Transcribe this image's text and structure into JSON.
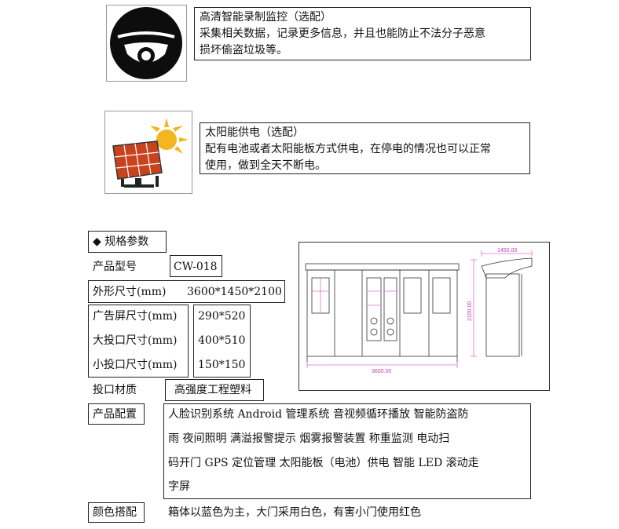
{
  "features": [
    {
      "icon": "security-camera-icon",
      "title": "高清智能录制监控（选配）",
      "desc_lines": [
        "采集相关数据，记录更多信息，并且也能防止不法分子恶意",
        "损坏偷盗垃圾等。"
      ]
    },
    {
      "icon": "solar-panel-icon",
      "title": "太阳能供电（选配）",
      "desc_lines": [
        "配有电池或者太阳能板方式供电，在停电的情况也可以正常",
        "使用，做到全天不断电。"
      ]
    }
  ],
  "spec": {
    "heading": "◆  规格参数",
    "model_label": "产品型号",
    "model_value": "CW-018",
    "dims_label": "外形尺寸(mm)",
    "dims_value": "3600*1450*2100",
    "ad_label": "广告屏尺寸(mm)",
    "ad_value": "290*520",
    "large_label": "大投口尺寸(mm)",
    "large_value": "400*510",
    "small_label": "小投口尺寸(mm)",
    "small_value": "150*150",
    "material_label": "投口材质",
    "material_value": "高强度工程塑料",
    "config_label": "产品配置",
    "config_lines": [
      "人脸识别系统  Android 管理系统   音视频循环播放  智能防盗防",
      "雨  夜间照明  满溢报警提示  烟雾报警装置  称重监测    电动扫",
      "码开门  GPS 定位管理    太阳能板（电池）供电  智能 LED 滚动走",
      "字屏"
    ],
    "color_label": "颜色搭配",
    "color_value": "箱体以蓝色为主，大门采用白色，有害小门使用红色"
  },
  "drawing": {
    "top_dim": "1450.00",
    "height_dim": "2100.00",
    "width_dim": "3600.00"
  }
}
